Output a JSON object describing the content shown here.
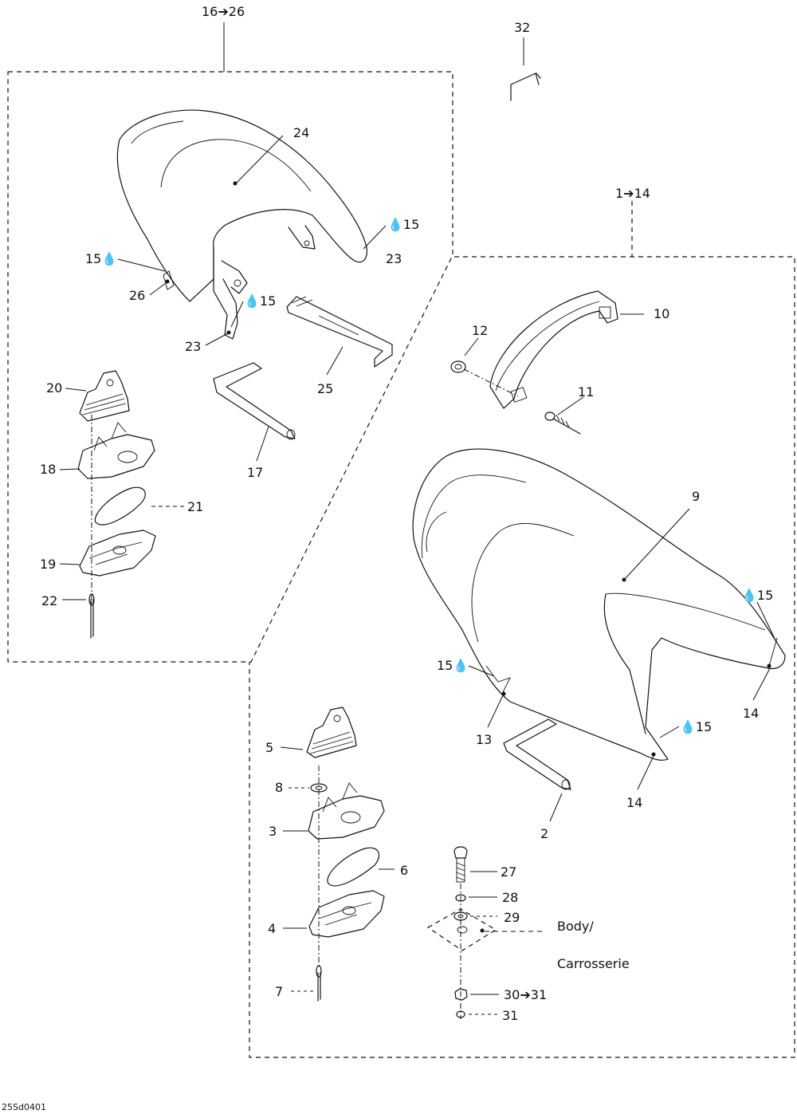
{
  "diagram": {
    "code": "25Sd0401",
    "groups": {
      "left": "16➔26",
      "right": "1➔14",
      "top": "32"
    },
    "labels": {
      "p2": "2",
      "p3": "3",
      "p4": "4",
      "p5": "5",
      "p6": "6",
      "p7": "7",
      "p8": "8",
      "p9": "9",
      "p10": "10",
      "p11": "11",
      "p12": "12",
      "p13": "13",
      "p14a": "14",
      "p14b": "14",
      "p15a": "15",
      "p15b": "15",
      "p15c": "15",
      "p15d": "15",
      "p15e": "15",
      "p15f": "15",
      "p17": "17",
      "p18": "18",
      "p19": "19",
      "p20": "20",
      "p21": "21",
      "p22": "22",
      "p23a": "23",
      "p23b": "23",
      "p24": "24",
      "p25": "25",
      "p26": "26",
      "p27": "27",
      "p28": "28",
      "p29": "29",
      "p30_31": "30➔31",
      "p31": "31"
    },
    "body_label": {
      "line1": "Body/",
      "line2": "Carrosserie"
    }
  }
}
